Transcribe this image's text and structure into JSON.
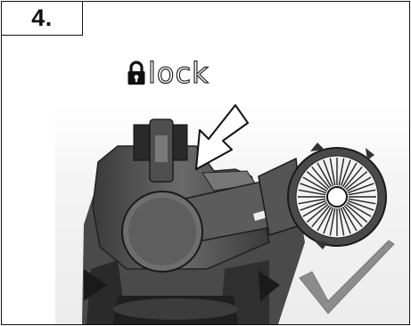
{
  "step": {
    "label": "4."
  },
  "lock": {
    "label": "lock",
    "icon": "padlock-icon"
  },
  "illustration": {
    "device": "tool-head-illustration",
    "arrow": "push-arrow-icon",
    "indicator": "checkmark-icon",
    "colors": {
      "dark": "#2b2b2b",
      "mid": "#5a5a5a",
      "light": "#8a8a8a",
      "check": "#8c8c8c"
    }
  }
}
